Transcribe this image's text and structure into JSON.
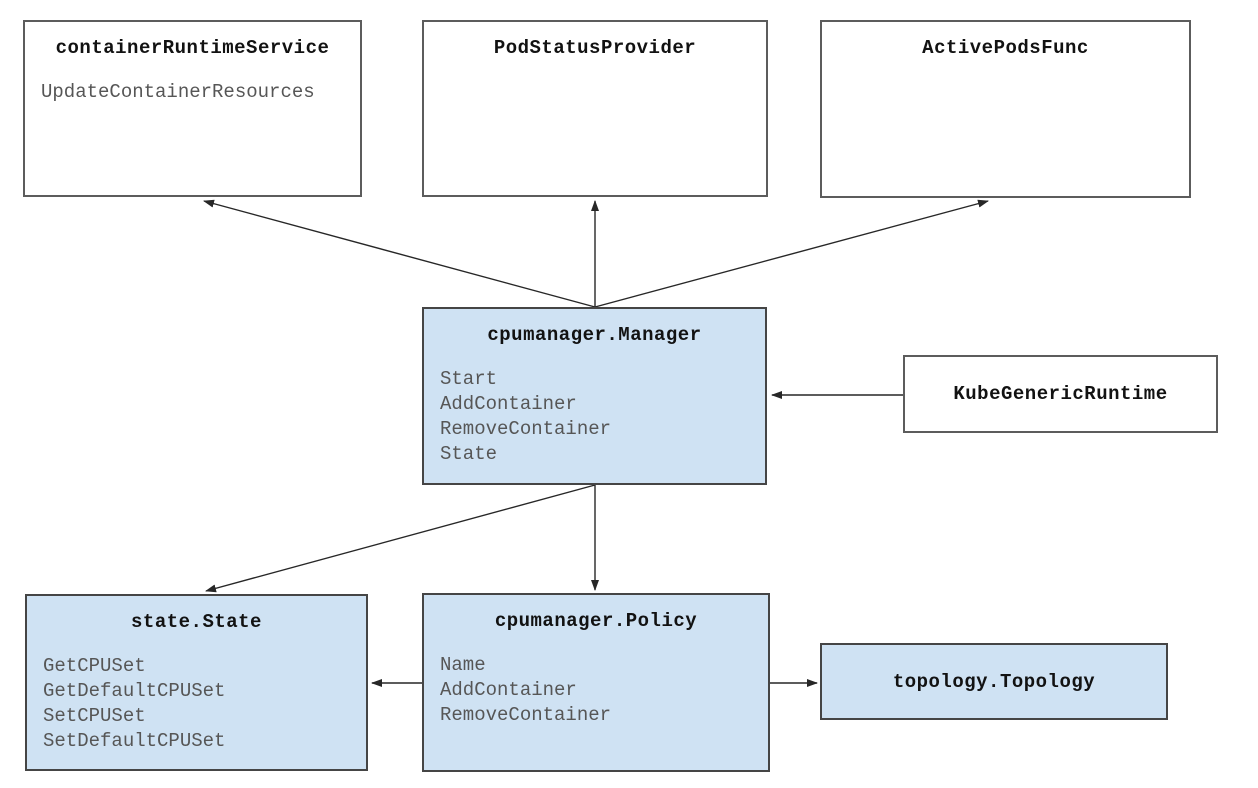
{
  "diagram": {
    "colors": {
      "node_fill_blue": "#cfe2f3",
      "node_fill_white": "#ffffff",
      "node_border": "#5c5c5c",
      "title_text": "#121212",
      "method_text": "#565656",
      "arrow": "#272727",
      "background": "#ffffff"
    },
    "boxes": {
      "container_runtime_service": {
        "title": "containerRuntimeService",
        "methods": [
          "UpdateContainerResources"
        ]
      },
      "pod_status_provider": {
        "title": "PodStatusProvider"
      },
      "active_pods_func": {
        "title": "ActivePodsFunc"
      },
      "cpumanager_manager": {
        "title": "cpumanager.Manager",
        "methods": [
          "Start",
          "AddContainer",
          "RemoveContainer",
          "State"
        ]
      },
      "kube_generic_runtime": {
        "title": "KubeGenericRuntime"
      },
      "state_state": {
        "title": "state.State",
        "methods": [
          "GetCPUSet",
          "GetDefaultCPUSet",
          "SetCPUSet",
          "SetDefaultCPUSet"
        ]
      },
      "cpumanager_policy": {
        "title": "cpumanager.Policy",
        "methods": [
          "Name",
          "AddContainer",
          "RemoveContainer"
        ]
      },
      "topology_topology": {
        "title": "topology.Topology"
      }
    },
    "edges": [
      {
        "from": "cpumanager.Manager",
        "to": "containerRuntimeService"
      },
      {
        "from": "cpumanager.Manager",
        "to": "PodStatusProvider"
      },
      {
        "from": "cpumanager.Manager",
        "to": "ActivePodsFunc"
      },
      {
        "from": "KubeGenericRuntime",
        "to": "cpumanager.Manager"
      },
      {
        "from": "cpumanager.Manager",
        "to": "state.State"
      },
      {
        "from": "cpumanager.Manager",
        "to": "cpumanager.Policy"
      },
      {
        "from": "cpumanager.Policy",
        "to": "state.State"
      },
      {
        "from": "cpumanager.Policy",
        "to": "topology.Topology"
      }
    ]
  }
}
